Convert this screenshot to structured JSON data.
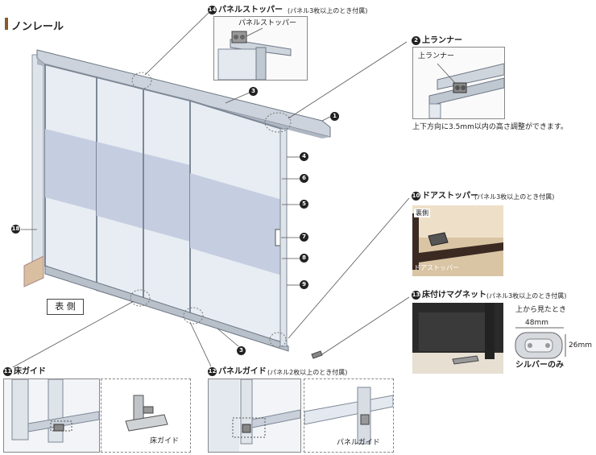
{
  "title": "ノンレール",
  "colors": {
    "accent": "#8b5a2b",
    "frame": "#7d8896",
    "glass": "#e8edf4",
    "band": "#c5cde0"
  },
  "callouts": {
    "n1": "1",
    "n2": "2",
    "n2_label": "上ランナー",
    "n2_inset_label": "上ランナー",
    "n2_note": "上下方向に3.5mm以内の高さ調整ができます。",
    "n3a": "3",
    "n3b": "3",
    "n4": "4",
    "n5": "5",
    "n6": "6",
    "n7": "7",
    "n8": "8",
    "n9": "9",
    "n10": "10",
    "n10_label": "ドアストッパー",
    "n10_note": "(パネル3枚以上のとき付属)",
    "n10_photo_tag": "裏側",
    "n10_photo_label": "ドアストッパー",
    "n11": "11",
    "n11_label": "床ガイド",
    "n11_inset_label": "床ガイド",
    "n12": "12",
    "n12_label": "パネルガイド",
    "n12_note": "(パネル2枚以上のとき付属)",
    "n12_inset_label": "パネルガイド",
    "n13": "13",
    "n13_label": "床付けマグネット",
    "n13_note": "(パネル3枚以上のとき付属)",
    "n13_view": "上から見たとき",
    "n13_width": "48mm",
    "n13_height": "26mm",
    "n13_color": "シルバーのみ",
    "n14": "14",
    "n14_label": "パネルストッパー",
    "n14_note": "(パネル3枚以上のとき付属)",
    "n14_inset_label": "パネルストッパー",
    "n18": "18"
  },
  "side_label": "表 側"
}
